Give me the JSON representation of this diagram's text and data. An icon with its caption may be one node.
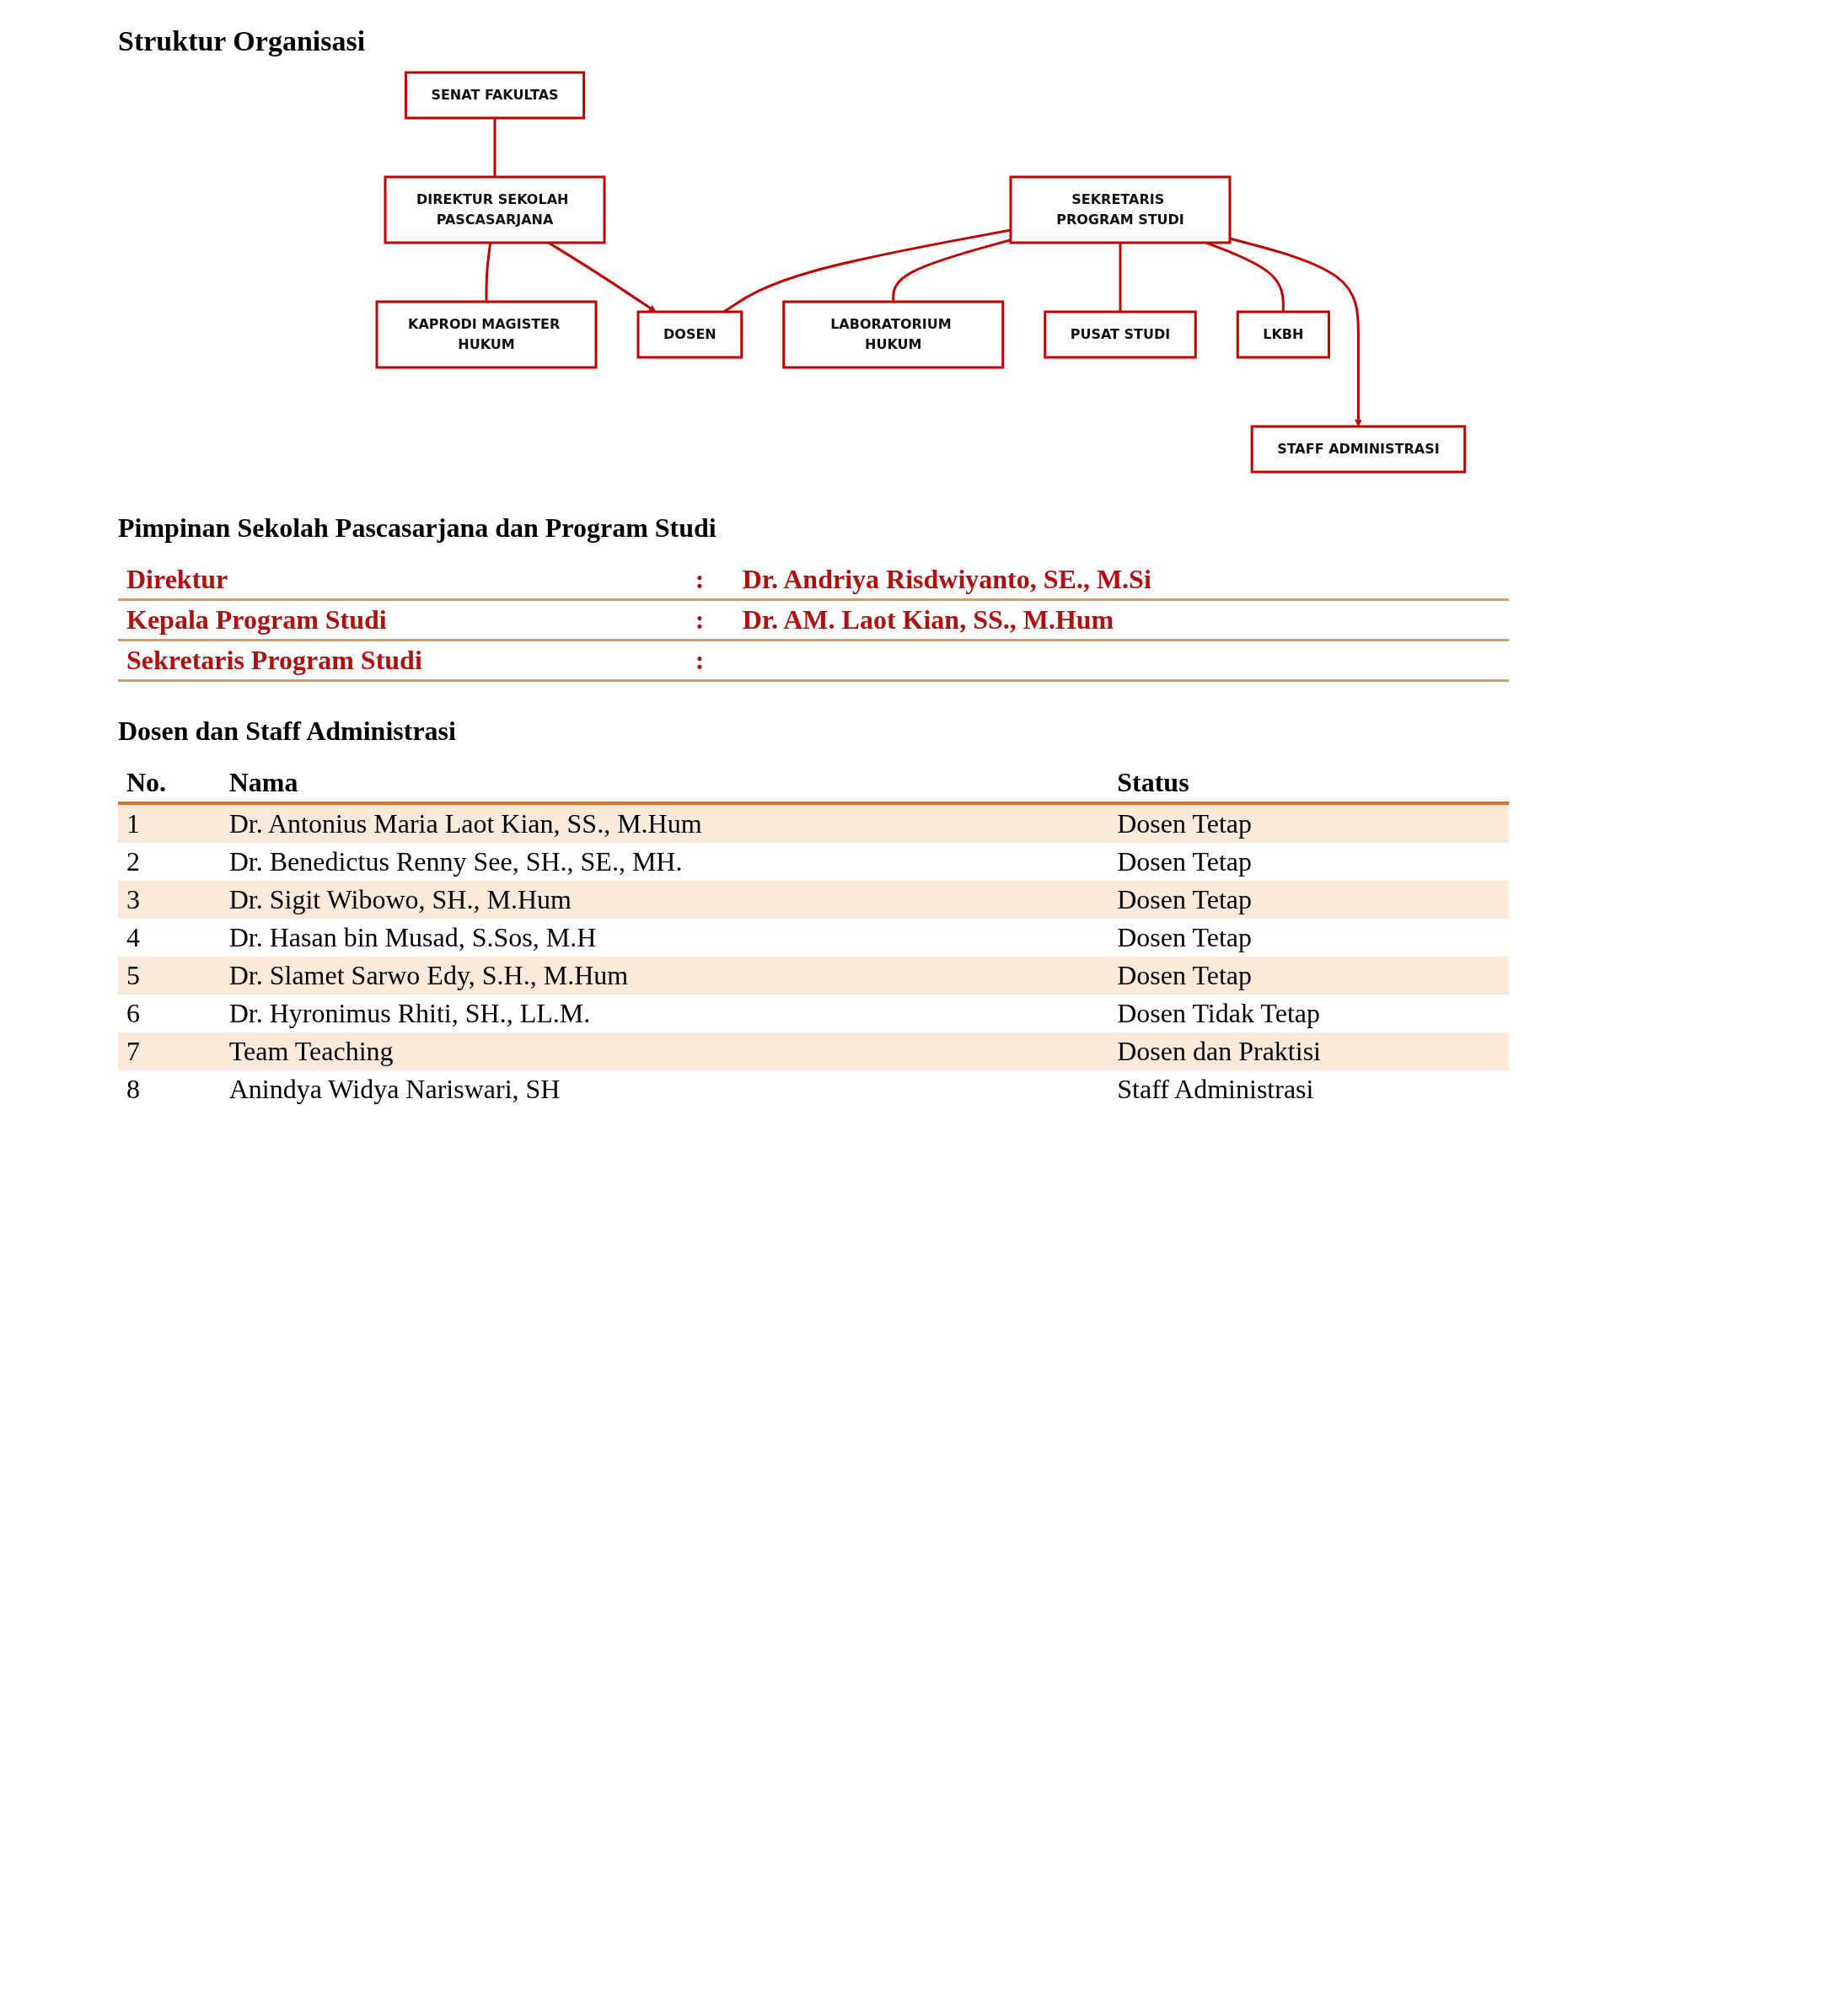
{
  "diagram": {
    "title": "Struktur Organisasi",
    "nodes": [
      {
        "text": [
          "SENAT FAKULTAS"
        ]
      },
      {
        "text": [
          "DIREKTUR SEKOLAH PASCASARJANA"
        ]
      },
      {
        "text": [
          "KAPRODI MAGISTER HUKUM"
        ]
      },
      {
        "text": [
          "SEKRETARIS PROGRAM STUDI"
        ]
      },
      {
        "text": [
          "DOSEN"
        ]
      },
      {
        "text": [
          "LABORATORIUM HUKUM"
        ]
      },
      {
        "text": [
          "PUSAT STUDI"
        ]
      },
      {
        "text": [
          "LKBH"
        ]
      },
      {
        "text": [
          "STAFF ADMINISTRASI"
        ]
      }
    ],
    "edges": [
      {
        "from": 0,
        "to": 1,
        "arrow": "none"
      },
      {
        "from": 1,
        "to": 4,
        "arrow": "to"
      },
      {
        "from": 1,
        "to": 2,
        "arrow": "none"
      },
      {
        "from": 3,
        "to": 4,
        "arrow": "none"
      },
      {
        "from": 3,
        "to": 5,
        "arrow": "none"
      },
      {
        "from": 3,
        "to": 6,
        "arrow": "none"
      },
      {
        "from": 3,
        "to": 7,
        "arrow": "none"
      },
      {
        "from": 3,
        "to": 8,
        "arrow": "to"
      }
    ],
    "labels": [
      "Pimpinan Sekolah Pascasarjana dan Program Studi",
      "Direktur",
      ":",
      "Dr. Andriya Risdwiyanto, SE., M.Si",
      "Kepala Program Studi",
      ":",
      "Dr. AM. Laot Kian, SS., M.Hum",
      "Sekretaris Program Studi",
      ":",
      "Dosen dan Staff Administrasi",
      "No.",
      "Nama",
      "Status",
      "1",
      "Dr. Antonius Maria Laot Kian, SS., M.Hum",
      "Dosen Tetap",
      "2",
      "Dr. Benedictus Renny See, SH., SE., MH.",
      "Dosen Tetap",
      "3",
      "Dr. Sigit Wibowo, SH., M.Hum",
      "Dosen Tetap",
      "4",
      "Dr. Hasan bin Musad, S.Sos, M.H",
      "Dosen Tetap",
      "5",
      "Dr. Slamet Sarwo Edy, S.H., M.Hum",
      "Dosen Tetap",
      "6",
      "Dr. Hyronimus Rhiti, SH., LL.M.",
      "Dosen Tidak Tetap",
      "7",
      "Team Teaching",
      "Dosen dan Praktisi",
      "8",
      "Anindya Widya Nariswari, SH",
      "Staff Administrasi"
    ]
  }
}
